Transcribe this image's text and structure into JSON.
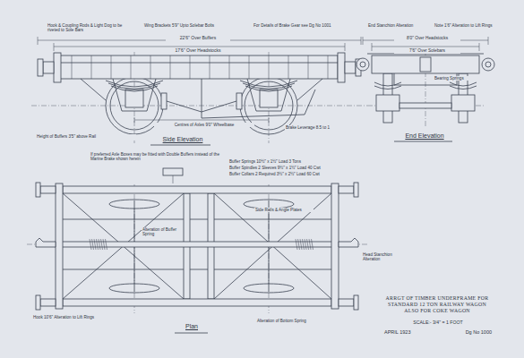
{
  "diagram": {
    "title": "ARRGT OF TIMBER UNDERFRAME FOR STANDARD 12 TON RAILWAY WAGON ALSO FOR COKE WAGON",
    "labels": [
      "Hook & Coupling Rods & Light Dog to be riveted to Sole Bars",
      "Wing Brackets 5'9\" Upto Solebar Bolts",
      "For Details of Brake Gear see Dg No 1001",
      "22'6\" Over Buffers",
      "17'6\" Over Headstocks",
      "Centres of Axles 9'0\" Wheelbase",
      "Height of Buffers 3'5\" above Rail",
      "Brake Leverage 8.5 to 1",
      "Side Elevation",
      "End Stanchion Alteration",
      "Note 1'6\" Alteration to Lift Rings",
      "8'0\" Over Headstocks",
      "7'6\" Over Solebars",
      "Bearing Springs",
      "End Elevation",
      "If preferred Axle Boxes may be fitted with Double Buffers instead of the Marine Brake shown herein",
      "Buffer Springs 10½\" x 1½\" Load 3 Tons",
      "Buffer Spindles 2 Sleeves 9½\" x 1½\" Load 40 Cwt",
      "Buffer Collars 2 Required 3½\" x 2½\" Load 60 Cwt",
      "Side Rails & Angle Plates",
      "Head Stanchion Alteration",
      "Hook 10'6\" Alteration to Lift Rings",
      "Plan",
      "Alteration of Bottom Spring",
      "Alteration of Buffer Spring",
      "SCALE:- 3/4\" = 1 FOOT",
      "APRIL 1923",
      "Dg No 1000"
    ]
  }
}
